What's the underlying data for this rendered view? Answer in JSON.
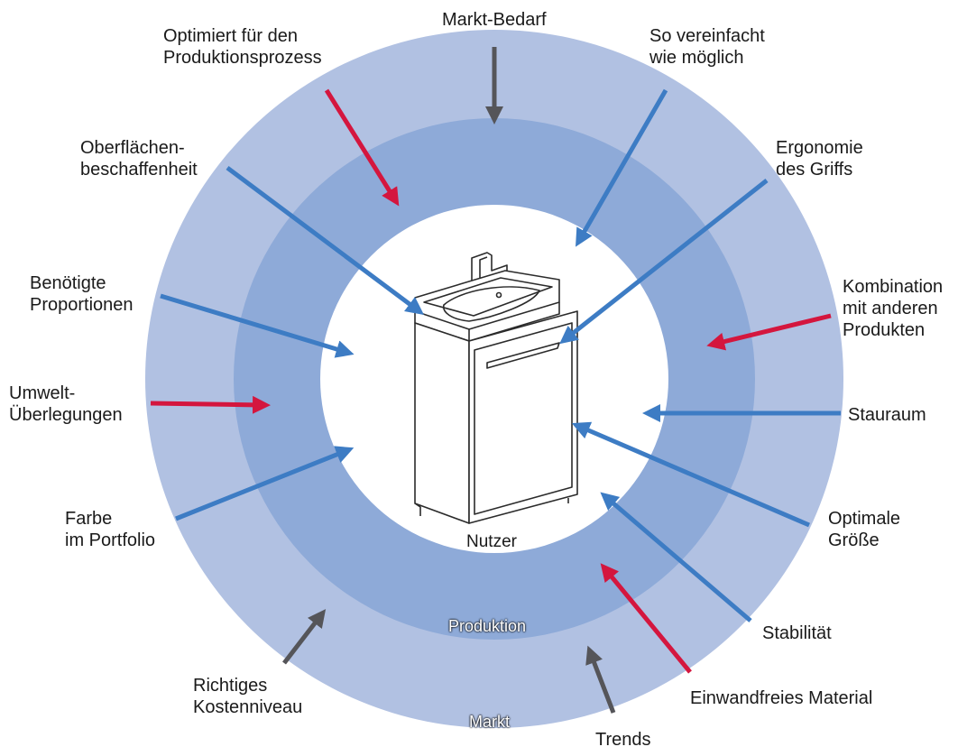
{
  "rings": {
    "outer_label": "Markt",
    "middle_label": "Produktion",
    "center_label": "Nutzer"
  },
  "factors": [
    {
      "id": "markt-bedarf",
      "text": "Markt-Bedarf",
      "category": "market"
    },
    {
      "id": "optimiert",
      "text": "Optimiert für den\nProduktionsprozess",
      "category": "production"
    },
    {
      "id": "vereinfacht",
      "text": "So vereinfacht\nwie möglich",
      "category": "user"
    },
    {
      "id": "oberflaeche",
      "text": "Oberflächen-\nbeschaffenheit",
      "category": "user"
    },
    {
      "id": "ergonomie",
      "text": "Ergonomie\ndes Griffs",
      "category": "user"
    },
    {
      "id": "proportionen",
      "text": "Benötigte\nProportionen",
      "category": "user"
    },
    {
      "id": "kombination",
      "text": "Kombination\nmit anderen\nProdukten",
      "category": "production"
    },
    {
      "id": "umwelt",
      "text": "Umwelt-\nÜberlegungen",
      "category": "production"
    },
    {
      "id": "stauraum",
      "text": "Stauraum",
      "category": "user"
    },
    {
      "id": "farbe",
      "text": "Farbe\nim Portfolio",
      "category": "user"
    },
    {
      "id": "groesse",
      "text": "Optimale\nGröße",
      "category": "user"
    },
    {
      "id": "stabilitaet",
      "text": "Stabilität",
      "category": "user"
    },
    {
      "id": "kosten",
      "text": "Richtiges\nKostenniveau",
      "category": "market"
    },
    {
      "id": "material",
      "text": "Einwandfreies Material",
      "category": "production"
    },
    {
      "id": "trends",
      "text": "Trends",
      "category": "market"
    }
  ],
  "colors": {
    "outer_ring": "#b1c1e2",
    "middle_ring": "#8eaad8",
    "center": "#ffffff",
    "arrow_market": "#555559",
    "arrow_production": "#d4163e",
    "arrow_user": "#3d7cc4"
  },
  "illustration": "washbasin-cabinet"
}
